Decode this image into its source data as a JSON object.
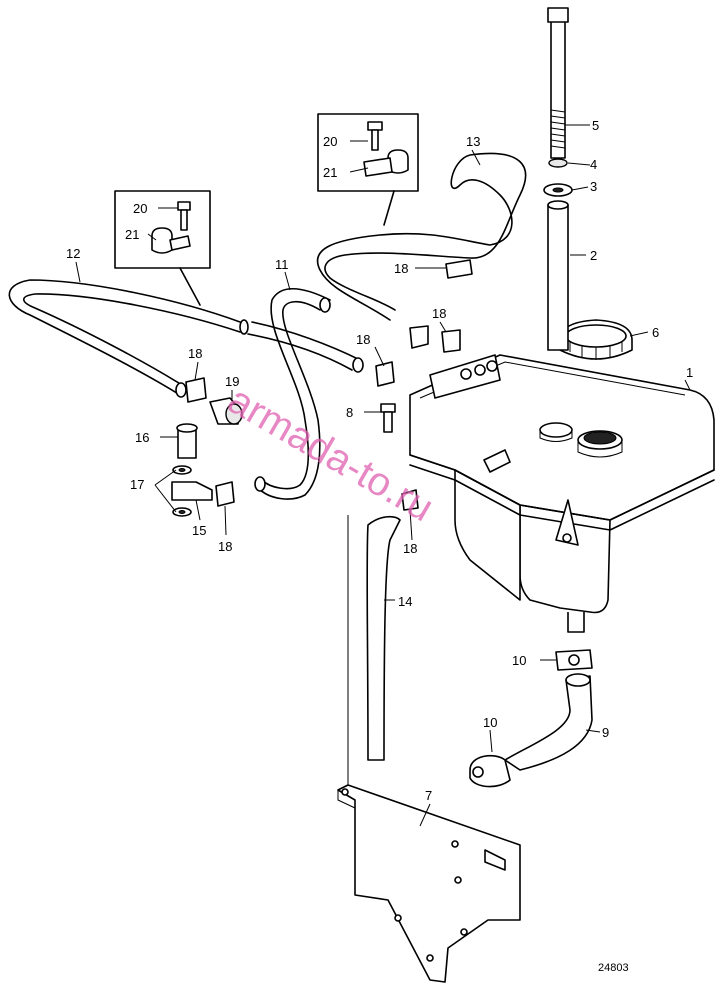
{
  "diagram": {
    "reference_number": "24803",
    "watermark": "armada-to.ru",
    "callouts": [
      {
        "id": "c1",
        "label": "1"
      },
      {
        "id": "c2",
        "label": "2"
      },
      {
        "id": "c3",
        "label": "3"
      },
      {
        "id": "c4",
        "label": "4"
      },
      {
        "id": "c5",
        "label": "5"
      },
      {
        "id": "c6",
        "label": "6"
      },
      {
        "id": "c7",
        "label": "7"
      },
      {
        "id": "c8",
        "label": "8"
      },
      {
        "id": "c9",
        "label": "9"
      },
      {
        "id": "c10a",
        "label": "10"
      },
      {
        "id": "c10b",
        "label": "10"
      },
      {
        "id": "c11",
        "label": "11"
      },
      {
        "id": "c12",
        "label": "12"
      },
      {
        "id": "c13",
        "label": "13"
      },
      {
        "id": "c14",
        "label": "14"
      },
      {
        "id": "c15",
        "label": "15"
      },
      {
        "id": "c16",
        "label": "16"
      },
      {
        "id": "c17",
        "label": "17"
      },
      {
        "id": "c18a",
        "label": "18"
      },
      {
        "id": "c18b",
        "label": "18"
      },
      {
        "id": "c18c",
        "label": "18"
      },
      {
        "id": "c18d",
        "label": "18"
      },
      {
        "id": "c18e",
        "label": "18"
      },
      {
        "id": "c18f",
        "label": "18"
      },
      {
        "id": "c18g",
        "label": "18"
      },
      {
        "id": "c19",
        "label": "19"
      },
      {
        "id": "c20a",
        "label": "20"
      },
      {
        "id": "c20b",
        "label": "20"
      },
      {
        "id": "c21a",
        "label": "21"
      },
      {
        "id": "c21b",
        "label": "21"
      }
    ]
  }
}
